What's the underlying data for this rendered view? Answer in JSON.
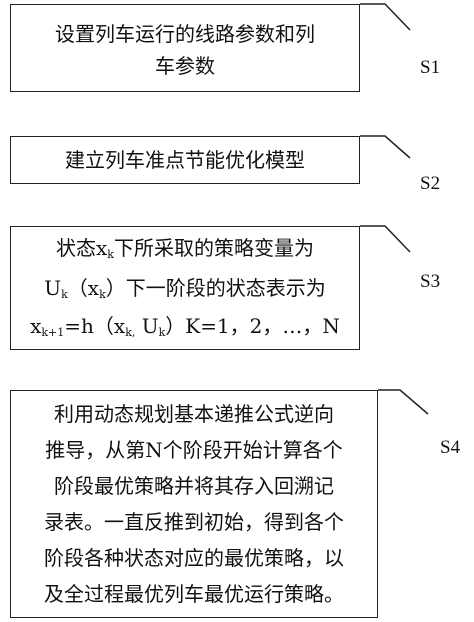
{
  "steps": [
    {
      "id": "S1",
      "label": "S1",
      "lines": [
        "设置列车运行的线路参数和列",
        "车参数"
      ]
    },
    {
      "id": "S2",
      "label": "S2",
      "lines": [
        "建立列车准点节能优化模型"
      ]
    },
    {
      "id": "S3",
      "label": "S3",
      "line1": {
        "a": "状态x",
        "sub_a": "k",
        "b": "下所采取的策略变量为"
      },
      "line2": {
        "a": "U",
        "sub_a": "k",
        "b": "（x",
        "sub_b": "k",
        "c": "）下一阶段的状态表示为"
      },
      "line3": {
        "a": "x",
        "sub_a": "k+1",
        "b": "=h（x",
        "sub_b": "k,",
        "c": " U",
        "sub_c": "k",
        "d": "）K=1，2，…，N"
      }
    },
    {
      "id": "S4",
      "label": "S4",
      "lines": [
        "利用动态规划基本递推公式逆向",
        "推导，从第N个阶段开始计算各个",
        "阶段最优策略并将其存入回溯记",
        "录表。一直反推到初始，得到各个",
        "阶段各种状态对应的最优策略，以",
        "及全过程最优列车最优运行策略。"
      ]
    }
  ]
}
